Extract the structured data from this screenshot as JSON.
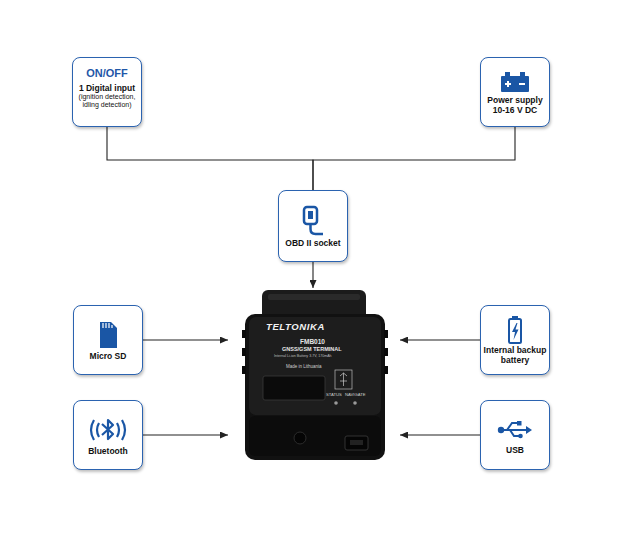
{
  "diagram": {
    "nodes": [
      {
        "text": [
          "ON/OFF",
          "1 Digital input",
          "(ignition detection, idling detection)"
        ]
      },
      {
        "text": [
          "Power supply 10-16 V DC"
        ]
      },
      {
        "text": [
          "OBD II socket"
        ]
      },
      {
        "text": [
          "Micro SD"
        ]
      },
      {
        "text": [
          "TELTONIKA",
          "FMB010",
          "GNSS/GSM TERMINAL",
          "Internal Li-ion Battery 3.7V, 170mAh",
          "Made in Lithuania",
          "STATUS",
          "NAVIGATE"
        ]
      },
      {
        "text": [
          "Internal backup battery"
        ]
      },
      {
        "text": [
          "Bluetooth"
        ]
      },
      {
        "text": [
          "USB"
        ]
      }
    ],
    "edges": [
      {
        "from": 0,
        "to": 2,
        "arrow": "none"
      },
      {
        "from": 1,
        "to": 2,
        "arrow": "none"
      },
      {
        "from": 2,
        "to": 4,
        "arrow": "to"
      },
      {
        "from": 3,
        "to": 4,
        "arrow": "to"
      },
      {
        "from": 5,
        "to": 4,
        "arrow": "to"
      },
      {
        "from": 6,
        "to": 4,
        "arrow": "to"
      },
      {
        "from": 7,
        "to": 4,
        "arrow": "to"
      }
    ]
  }
}
